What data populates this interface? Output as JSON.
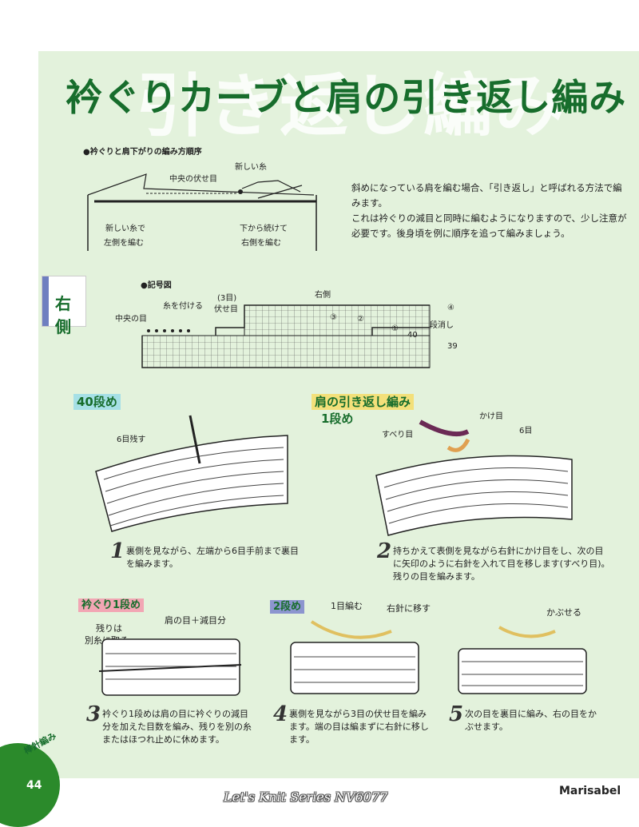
{
  "title": "衿ぐりカーブと肩の引き返し編み",
  "bg_title": "引き返し編み",
  "order_diagram": {
    "heading": "●衿ぐりと肩下がりの編み方順序",
    "center_bind": "中央の伏せ目",
    "new_yarn": "新しい糸",
    "left_note_1": "新しい糸で",
    "left_note_2": "左側を編む",
    "right_note_1": "下から続けて",
    "right_note_2": "右側を編む"
  },
  "intro": [
    "斜めになっている肩を編む場合、「引き返し」と呼ばれる方法で編みます。",
    "これは衿ぐりの減目と同時に編むようになりますので、少し注意が必要です。後身頃を例に順序を追って編みましょう。"
  ],
  "side_tab": "右側",
  "symbol_chart": {
    "heading": "●記号図",
    "attach": "糸を付ける",
    "count3": "(3目)",
    "bind": "伏せ目",
    "right_side": "右側",
    "center": "中央の目",
    "short_rows": "段消し",
    "m1": "①",
    "m2": "②",
    "m3": "③",
    "m4": "④",
    "r40": "40",
    "r39": "39"
  },
  "section_40": {
    "label": "40段め",
    "remain": "6目残す"
  },
  "section_shoulder": {
    "label_1": "肩の引き返し編み",
    "label_2": "1段め",
    "slip": "すべり目",
    "yo": "かけ目",
    "count6": "6目"
  },
  "section_neck": {
    "label": "衿ぐり1段め",
    "shoulder_plus": "肩の目＋減目分",
    "leave_1": "残りは",
    "leave_2": "別糸に取る"
  },
  "section_2": {
    "label": "2段め",
    "knit1": "1目編む",
    "move": "右針に移す",
    "cover": "かぶせる"
  },
  "steps": [
    {
      "num": "1",
      "lines": [
        "裏側を見ながら、左端から6目手前まで裏目",
        "を編みます。"
      ]
    },
    {
      "num": "2",
      "lines": [
        "持ちかえて表側を見ながら右針にかけ目をし、次の目",
        "に矢印のように右針を入れて目を移します(すべり目)。",
        "残りの目を編みます。"
      ]
    },
    {
      "num": "3",
      "lines": [
        "衿ぐり1段めは肩の目に衿ぐりの減目",
        "分を加えた目数を編み、残りを別の糸",
        "またはほつれ止めに休めます。"
      ]
    },
    {
      "num": "4",
      "lines": [
        "裏側を見ながら3目の伏せ目を編み",
        "ます。端の目は編まずに右針に移し",
        "ます。"
      ]
    },
    {
      "num": "5",
      "lines": [
        "次の目を裏目に編み、右の目をか",
        "ぶせます。"
      ]
    }
  ],
  "footer": {
    "page": "44",
    "category": "棒針編み",
    "series": "Let's Knit Series NV6077",
    "brand": "Marisabel"
  },
  "colors": {
    "title": "#176d2c",
    "panel": "#e3f2dc",
    "accent_cyan": "#a6e0e6",
    "accent_yellow": "#f3e07a",
    "accent_pink": "#f2a6b4",
    "accent_blue": "#8c95cf"
  }
}
